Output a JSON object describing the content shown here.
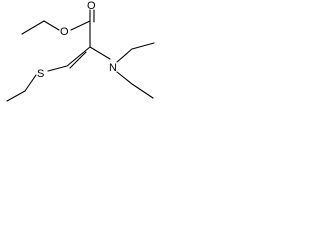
{
  "molecule": {
    "atoms": {
      "ester_o": "O",
      "carbonyl_o": "O",
      "amine_n": "N",
      "thio_s": "S"
    },
    "colors": {
      "bond": "#000000",
      "label": "#000000",
      "background": "#ffffff"
    }
  }
}
